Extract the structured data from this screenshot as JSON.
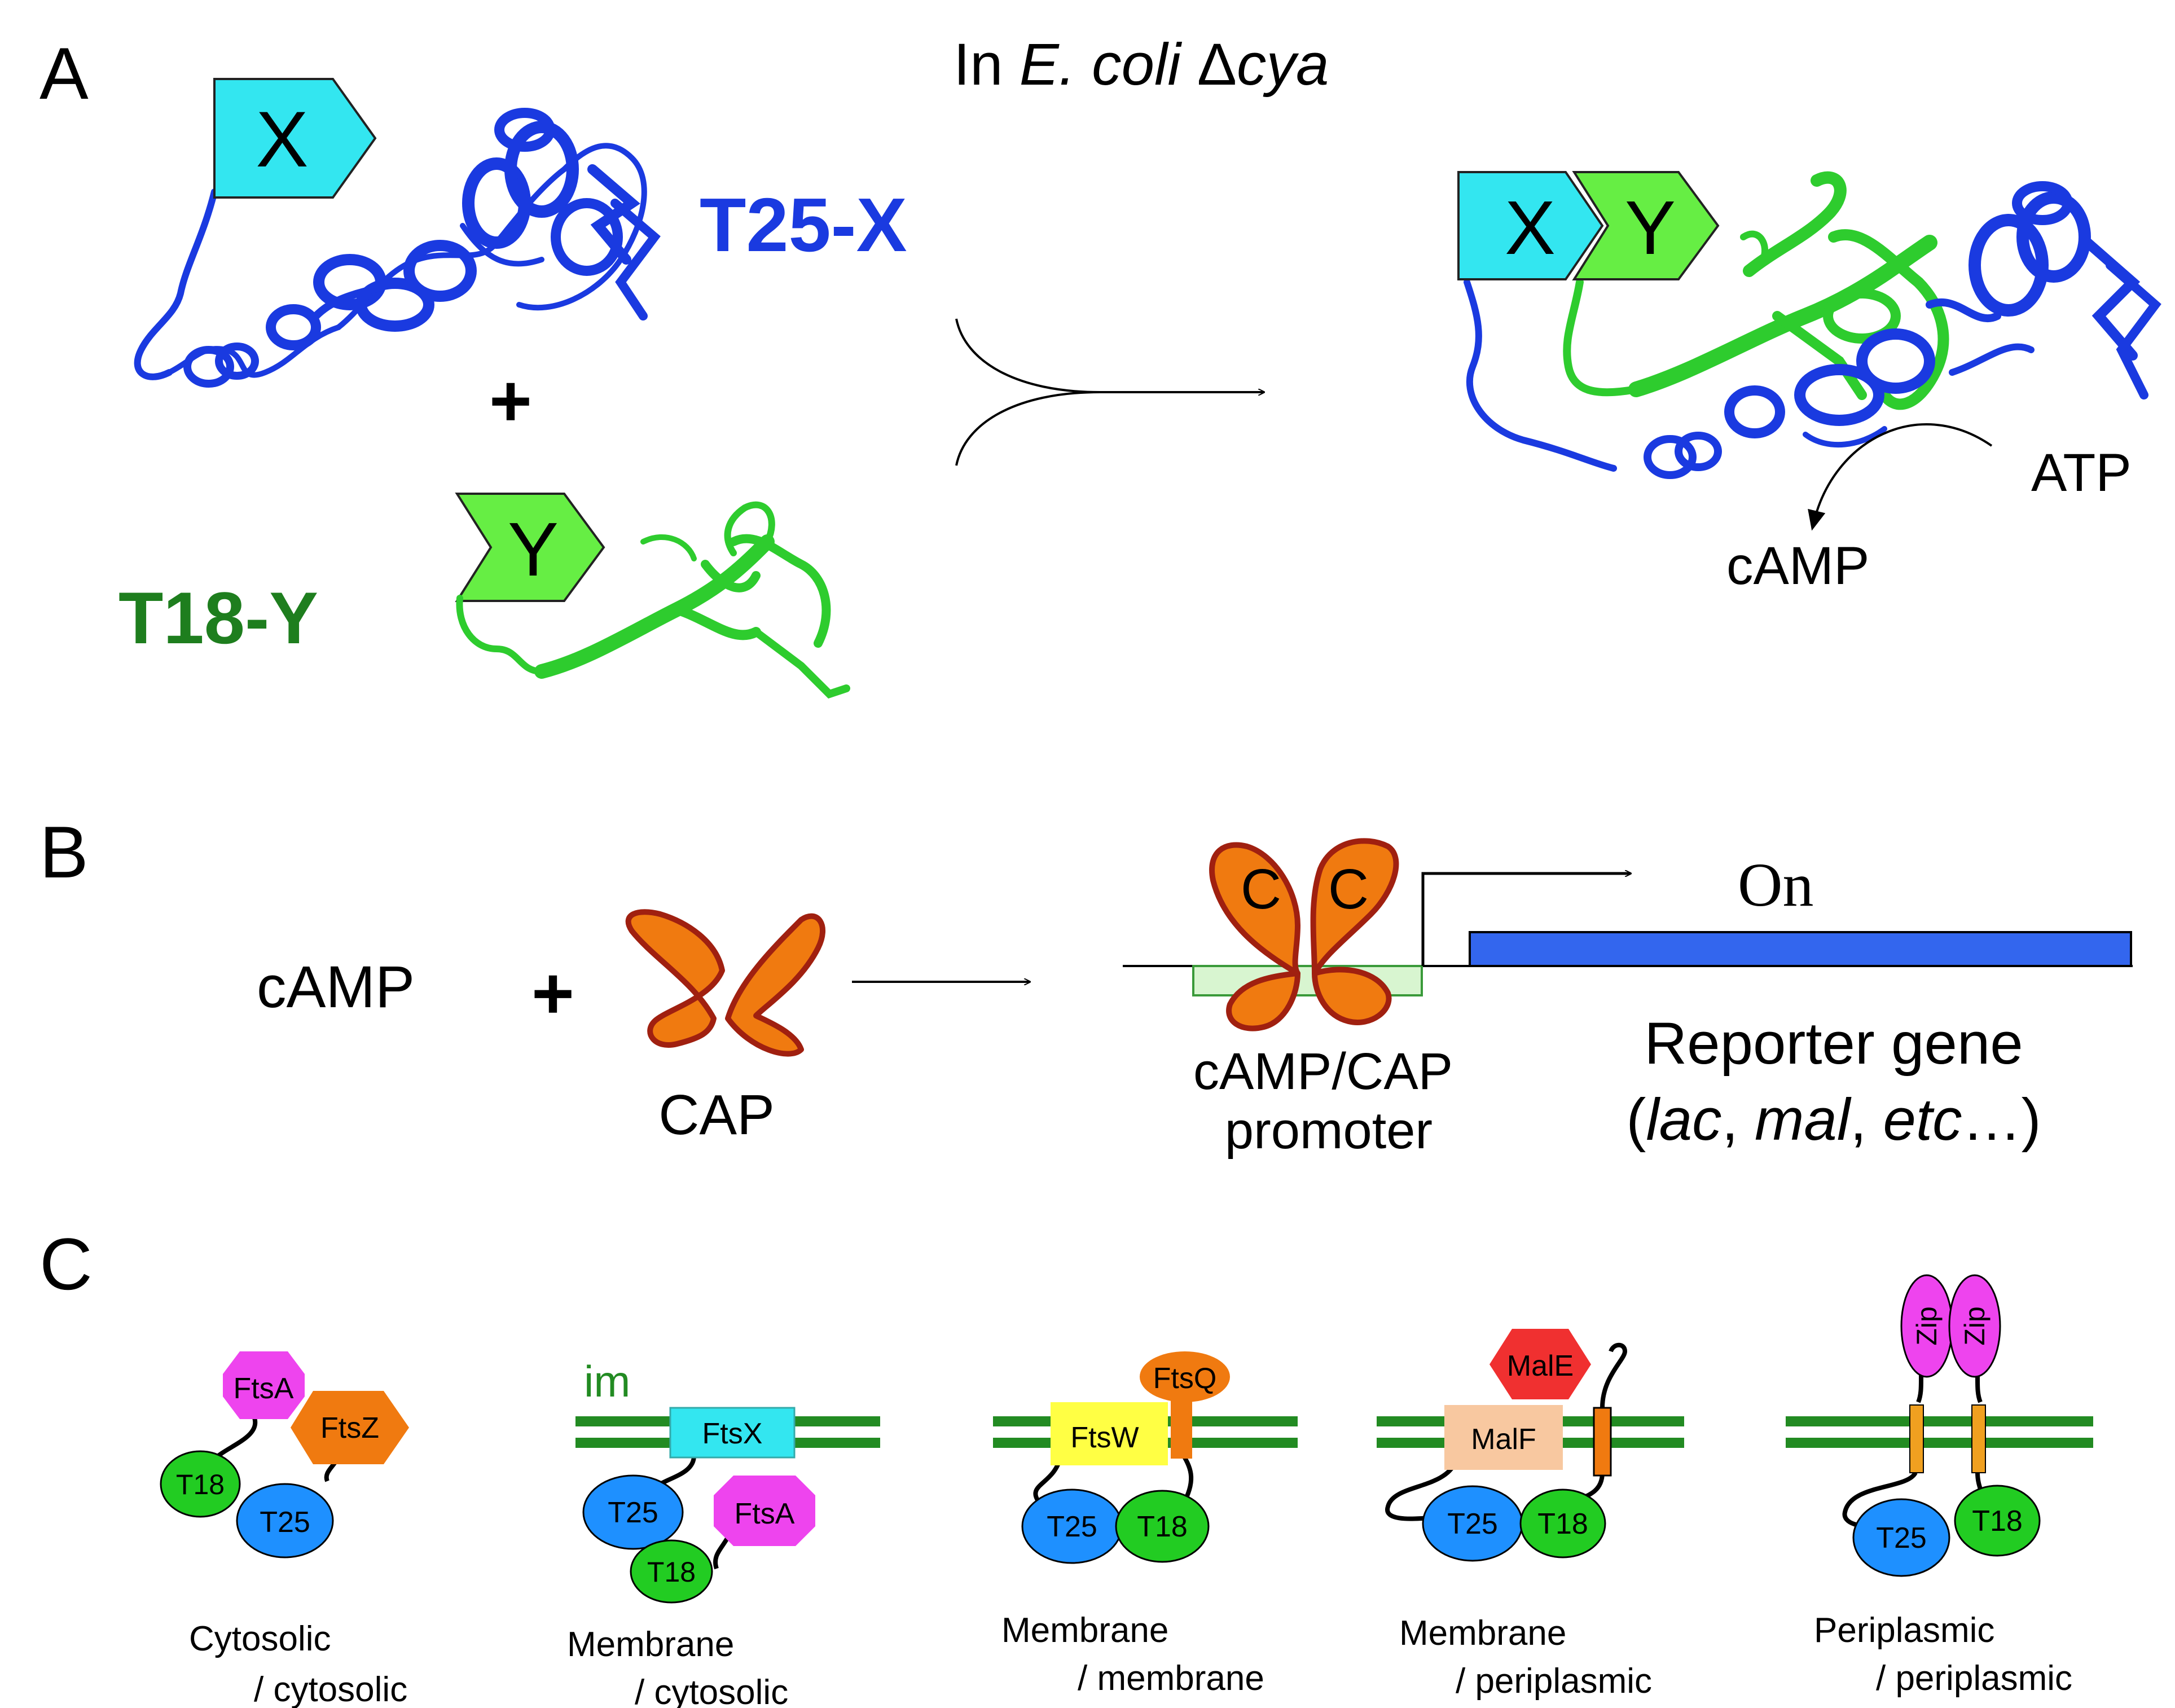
{
  "panel_a": {
    "letter": "A",
    "context_prefix": "In ",
    "context_species": "E. coli",
    "context_delta": "Δ",
    "context_gene": "cya",
    "tag_x": "X",
    "tag_y": "Y",
    "t25_label": "T25-X",
    "t18_label": "T18-Y",
    "plus": "+",
    "atp": "ATP",
    "camp": "cAMP"
  },
  "panel_b": {
    "letter": "B",
    "camp": "cAMP",
    "plus": "+",
    "cap": "CAP",
    "c_left": "C",
    "c_right": "C",
    "on": "On",
    "promoter_line1": "cAMP/CAP",
    "promoter_line2": "promoter",
    "reporter_line1": "Reporter gene",
    "reporter_open": "(",
    "reporter_lac": "lac",
    "reporter_sep1": ", ",
    "reporter_mal": "mal",
    "reporter_sep2": ", ",
    "reporter_etc": "etc",
    "reporter_close": "…)"
  },
  "panel_c": {
    "letter": "C",
    "im_label": "im",
    "t25": "T25",
    "t18": "T18",
    "ftsa": "FtsA",
    "ftsz": "FtsZ",
    "ftsx": "FtsX",
    "ftsw": "FtsW",
    "ftsq": "FtsQ",
    "malf": "MalF",
    "male": "MalE",
    "zip": "Zip",
    "captions": [
      {
        "line1": "Cytosolic",
        "line2": "/ cytosolic"
      },
      {
        "line1": "Membrane",
        "line2": "/  cytosolic"
      },
      {
        "line1": "Membrane",
        "line2": "/ membrane"
      },
      {
        "line1": "Membrane",
        "line2": "/  periplasmic"
      },
      {
        "line1": "Periplasmic",
        "line2": "/  periplasmic"
      }
    ]
  },
  "colors": {
    "t25_blue": "#1a3ae0",
    "t18_green": "#2ecc2e",
    "t18_label_green": "#1e7e1e",
    "tag_cyan": "#33e6f0",
    "tag_green": "#66ee44",
    "cap_orange": "#f07a10",
    "cap_outline": "#a02010",
    "reporter_blue": "#3366ee",
    "membrane_green": "#228b22",
    "ellipse_blue": "#1e90ff",
    "ellipse_green": "#22cc22",
    "magenta": "#ee44ee",
    "orange": "#f07a10",
    "yellow": "#ffff44",
    "peach": "#f8c8a0",
    "red": "#f03030"
  }
}
